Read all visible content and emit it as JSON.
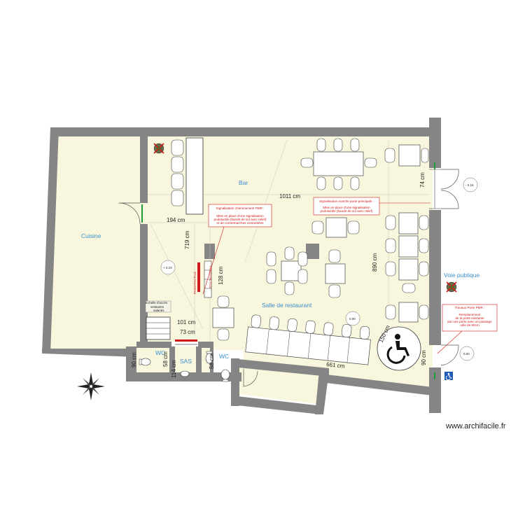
{
  "rooms": {
    "kitchen": "Cuisine",
    "bar": "Bar",
    "restaurant": "Salle de restaurant",
    "sas": "SAS",
    "wc1": "WC",
    "wc2": "WC",
    "public_way": "Voie publique"
  },
  "dimensions": {
    "d1011": "1011 cm",
    "d194": "194 cm",
    "d719": "719 cm",
    "d128": "128 cm",
    "d101": "101 cm",
    "d73": "73 cm",
    "d890": "890 cm",
    "d74": "74 cm",
    "d90a": "90 cm",
    "d58a": "58 cm",
    "d114": "114 cm",
    "d58b": "58 cm",
    "d150": "150 cm",
    "d90b": "90 cm",
    "d661": "661 cm"
  },
  "levels": {
    "kitchen": "+ 0.23",
    "outside": "- 0.16",
    "room": "0.00",
    "street": "0.00"
  },
  "stairs_note": [
    "Echelle d'accès",
    "vestiaires",
    "salariés"
  ],
  "notes": {
    "path": [
      "Signalisation cheminement PMR :",
      "Mise en place d'une signalisation",
      "podotactile (bande de sol avec relief)",
      "et de contremarches contrastées"
    ],
    "step": [
      "Signalisation marche porte principale :",
      "Mise en place d'une signalisation",
      "podotactile (bande de sol avec relief)"
    ],
    "door": [
      "Travaux Porte PMR :",
      "Remplacement",
      "de la porte existante",
      "par une porte avec un passage",
      "utile de 90cm"
    ]
  },
  "watermark": "www.archifacile.fr",
  "colors": {
    "wall": "#858585",
    "floor": "#f8f6dc",
    "room_label": "#3a8fd0",
    "note": "#d01818",
    "door_frame": "#1e9c3a",
    "pmr_sign": "#1e5bb5"
  }
}
